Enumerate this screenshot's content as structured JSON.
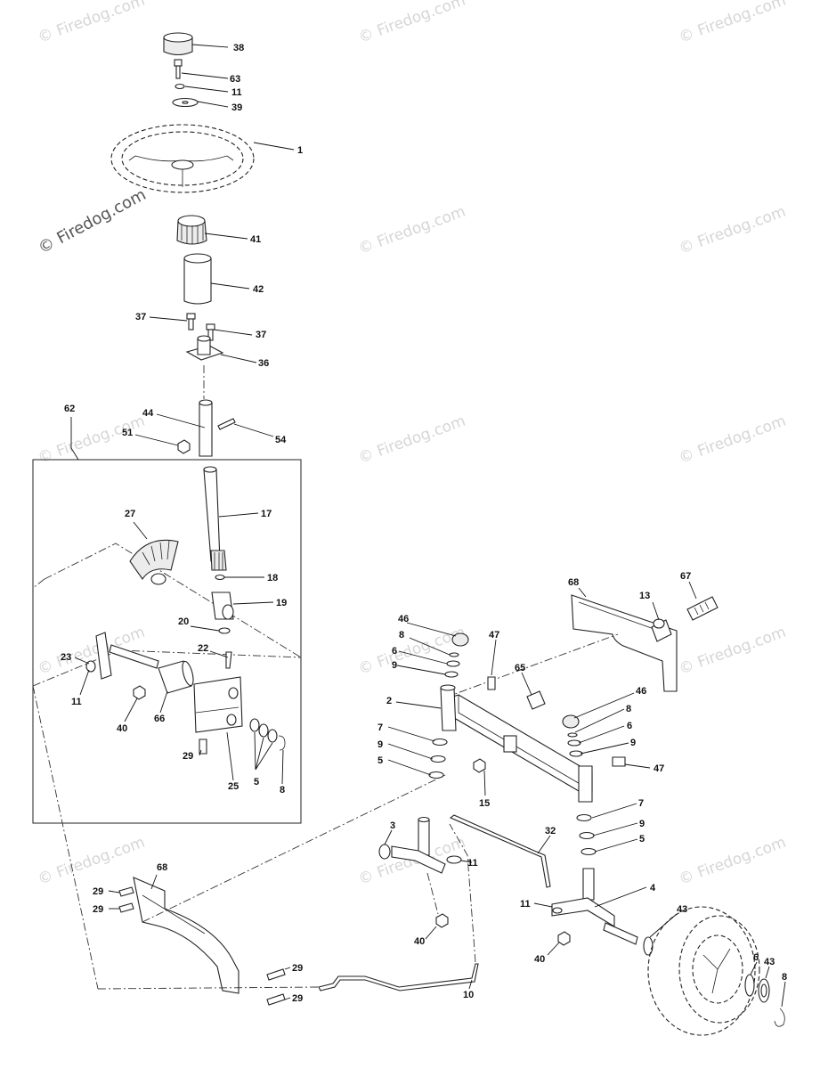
{
  "watermark": "© Firedog.com",
  "callouts": [
    {
      "id": "c38",
      "text": "38"
    },
    {
      "id": "c63",
      "text": "63"
    },
    {
      "id": "c11a",
      "text": "11"
    },
    {
      "id": "c39",
      "text": "39"
    },
    {
      "id": "c1",
      "text": "1"
    },
    {
      "id": "c41",
      "text": "41"
    },
    {
      "id": "c42",
      "text": "42"
    },
    {
      "id": "c37a",
      "text": "37"
    },
    {
      "id": "c37b",
      "text": "37"
    },
    {
      "id": "c36",
      "text": "36"
    },
    {
      "id": "c62",
      "text": "62"
    },
    {
      "id": "c44",
      "text": "44"
    },
    {
      "id": "c51",
      "text": "51"
    },
    {
      "id": "c54",
      "text": "54"
    },
    {
      "id": "c27",
      "text": "27"
    },
    {
      "id": "c17",
      "text": "17"
    },
    {
      "id": "c18",
      "text": "18"
    },
    {
      "id": "c19",
      "text": "19"
    },
    {
      "id": "c20",
      "text": "20"
    },
    {
      "id": "c22",
      "text": "22"
    },
    {
      "id": "c23",
      "text": "23"
    },
    {
      "id": "c11b",
      "text": "11"
    },
    {
      "id": "c40a",
      "text": "40"
    },
    {
      "id": "c66",
      "text": "66"
    },
    {
      "id": "c29a",
      "text": "29"
    },
    {
      "id": "c25",
      "text": "25"
    },
    {
      "id": "c5a",
      "text": "5"
    },
    {
      "id": "c8a",
      "text": "8"
    },
    {
      "id": "c68a",
      "text": "68"
    },
    {
      "id": "c67",
      "text": "67"
    },
    {
      "id": "c13",
      "text": "13"
    },
    {
      "id": "c46a",
      "text": "46"
    },
    {
      "id": "c47a",
      "text": "47"
    },
    {
      "id": "c8b",
      "text": "8"
    },
    {
      "id": "c6a",
      "text": "6"
    },
    {
      "id": "c9a",
      "text": "9"
    },
    {
      "id": "c65",
      "text": "65"
    },
    {
      "id": "c2",
      "text": "2"
    },
    {
      "id": "c46b",
      "text": "46"
    },
    {
      "id": "c8c",
      "text": "8"
    },
    {
      "id": "c6b",
      "text": "6"
    },
    {
      "id": "c9b",
      "text": "9"
    },
    {
      "id": "c7a",
      "text": "7"
    },
    {
      "id": "c9c",
      "text": "9"
    },
    {
      "id": "c5b",
      "text": "5"
    },
    {
      "id": "c47b",
      "text": "47"
    },
    {
      "id": "c15",
      "text": "15"
    },
    {
      "id": "c7b",
      "text": "7"
    },
    {
      "id": "c9d",
      "text": "9"
    },
    {
      "id": "c5c",
      "text": "5"
    },
    {
      "id": "c3",
      "text": "3"
    },
    {
      "id": "c32",
      "text": "32"
    },
    {
      "id": "c11c",
      "text": "11"
    },
    {
      "id": "c68b",
      "text": "68"
    },
    {
      "id": "c29b",
      "text": "29"
    },
    {
      "id": "c29c",
      "text": "29"
    },
    {
      "id": "c4",
      "text": "4"
    },
    {
      "id": "c11d",
      "text": "11"
    },
    {
      "id": "c43a",
      "text": "43"
    },
    {
      "id": "c40b",
      "text": "40"
    },
    {
      "id": "c40c",
      "text": "40"
    },
    {
      "id": "c29d",
      "text": "29"
    },
    {
      "id": "c29e",
      "text": "29"
    },
    {
      "id": "c10",
      "text": "10"
    },
    {
      "id": "c6c",
      "text": "6"
    },
    {
      "id": "c43b",
      "text": "43"
    },
    {
      "id": "c8d",
      "text": "8"
    }
  ]
}
